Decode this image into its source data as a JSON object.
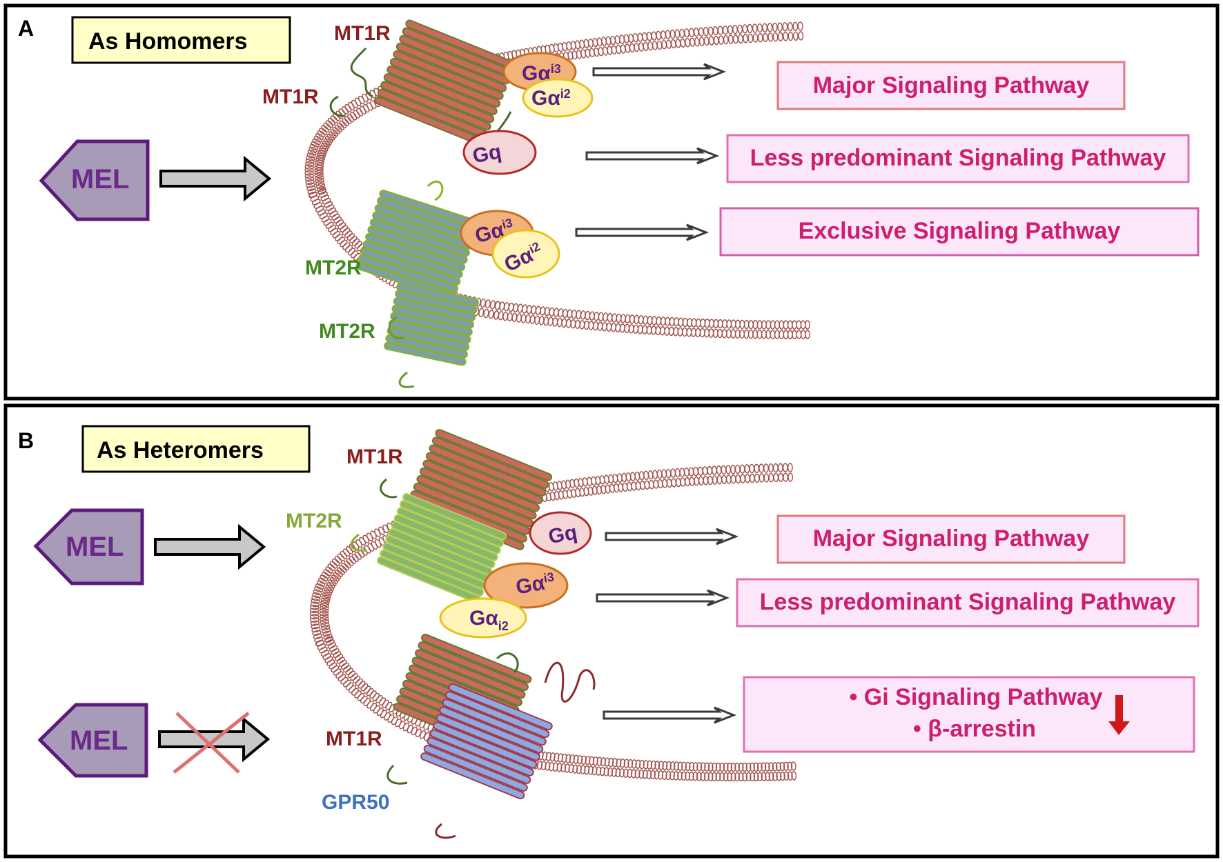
{
  "panels": [
    {
      "letter": "A",
      "title": "As Homomers",
      "mel_label": "MEL",
      "receptor_labels": {
        "mt1r_top": "MT1R",
        "mt1r_left": "MT1R",
        "mt2r_upper": "MT2R",
        "mt2r_lower": "MT2R"
      },
      "g_proteins": {
        "gai3_top": {
          "main": "Gα",
          "sub": "i3"
        },
        "gai2_top": {
          "main": "Gα",
          "sub": "i2"
        },
        "gq": {
          "main": "Gq"
        },
        "gai3_bottom": {
          "main": "Gα",
          "sub": "i3"
        },
        "gai2_bottom": {
          "main": "Gα",
          "sub": "i2"
        }
      },
      "pathways": [
        "Major Signaling Pathway",
        "Less predominant Signaling Pathway",
        "Exclusive Signaling Pathway"
      ]
    },
    {
      "letter": "B",
      "title": "As Heteromers",
      "mel_label_top": "MEL",
      "mel_label_bottom": "MEL",
      "receptor_labels": {
        "mt1r_top": "MT1R",
        "mt2r": "MT2R",
        "mt1r_bottom": "MT1R",
        "gpr50": "GPR50"
      },
      "g_proteins": {
        "gq": {
          "main": "Gq"
        },
        "gai3": {
          "main": "Gα",
          "sub": "i3"
        },
        "gai2": {
          "main": "Gα",
          "sub": "i2"
        }
      },
      "pathways": [
        "Major Signaling Pathway",
        "Less predominant Signaling Pathway"
      ],
      "inhibited_pathway": {
        "line1": "• Gi Signaling Pathway",
        "line2": "• β-arrestin"
      }
    }
  ],
  "colors": {
    "mt1r_helix": "#c96a5e",
    "mt2r_helix": "#7fa0a0",
    "mt2r_hetero_helix": "#8ab86a",
    "gpr50_helix": "#8fa8e0",
    "gai3_fill": "#f2b27a",
    "gai2_fill": "#fff5b8",
    "gq_fill": "#f5d6d6",
    "pathway_text": "#cc1f6e",
    "cross_mark": "#e07070",
    "down_arrow": "#d01818"
  }
}
